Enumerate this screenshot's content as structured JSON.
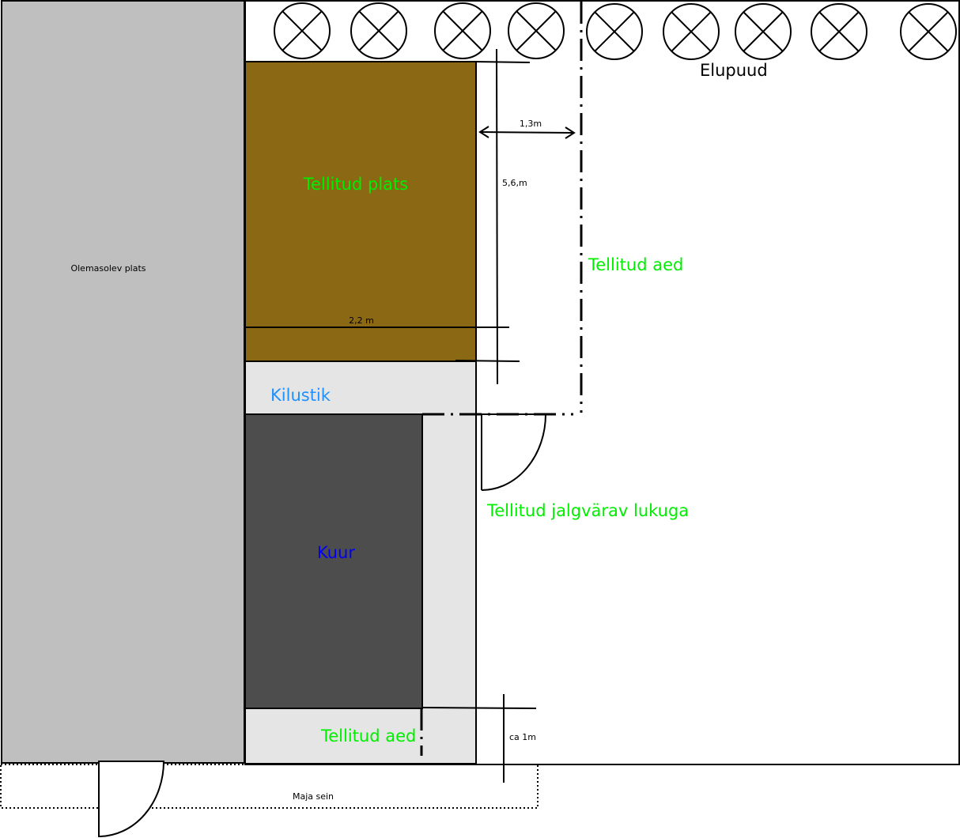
{
  "labels": {
    "existing_area": "Olemasolev plats",
    "ordered_area": "Tellitud plats",
    "gravel": "Kilustik",
    "shed": "Kuur",
    "fence_right": "Tellitud aed",
    "fence_bottom": "Tellitud aed",
    "gate": "Tellitud jalgvärav lukuga",
    "trees": "Elupuud",
    "house_wall": "Maja sein"
  },
  "dimensions": {
    "width_to_fence": "1,3m",
    "length": "5,6,m",
    "width_area": "2,2 m",
    "gap": "ca 1m"
  },
  "colors": {
    "existing_area": "#bfbfbf",
    "ordered_area": "#8b6914",
    "gravel": "#e5e5e5",
    "shed": "#4d4d4d",
    "green_text": "#00ee00",
    "gravel_text": "#1e90ff",
    "shed_text": "#0000ee"
  }
}
